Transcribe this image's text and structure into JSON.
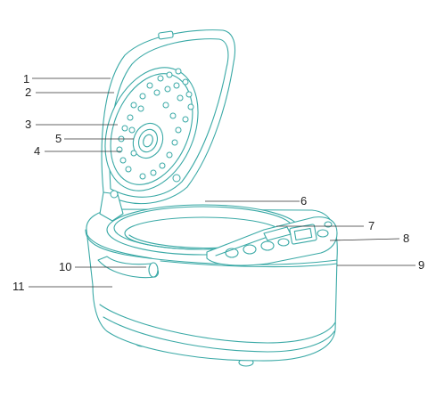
{
  "diagram": {
    "accent_color": "#3aa9a6",
    "callouts": [
      {
        "id": "1"
      },
      {
        "id": "2"
      },
      {
        "id": "3"
      },
      {
        "id": "4"
      },
      {
        "id": "5"
      },
      {
        "id": "6"
      },
      {
        "id": "7"
      },
      {
        "id": "8"
      },
      {
        "id": "9"
      },
      {
        "id": "10"
      },
      {
        "id": "11"
      }
    ]
  }
}
